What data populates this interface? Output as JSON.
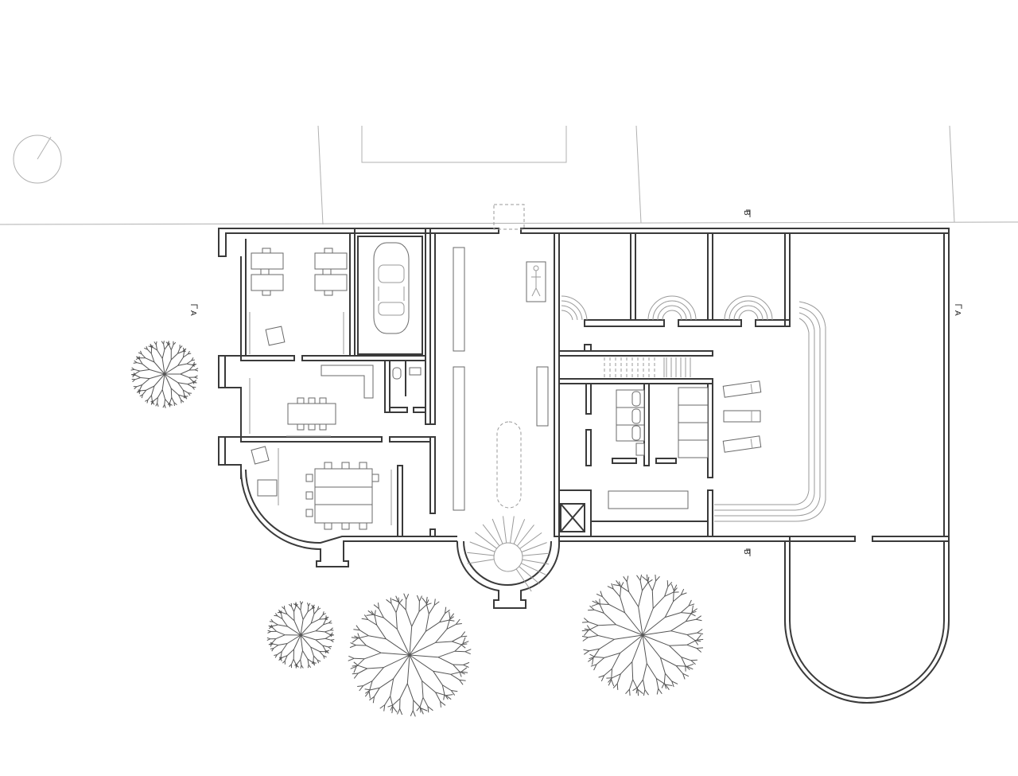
{
  "section_marks": {
    "a_left": "A",
    "a_right": "A",
    "b_top": "B",
    "b_bottom": "B"
  }
}
